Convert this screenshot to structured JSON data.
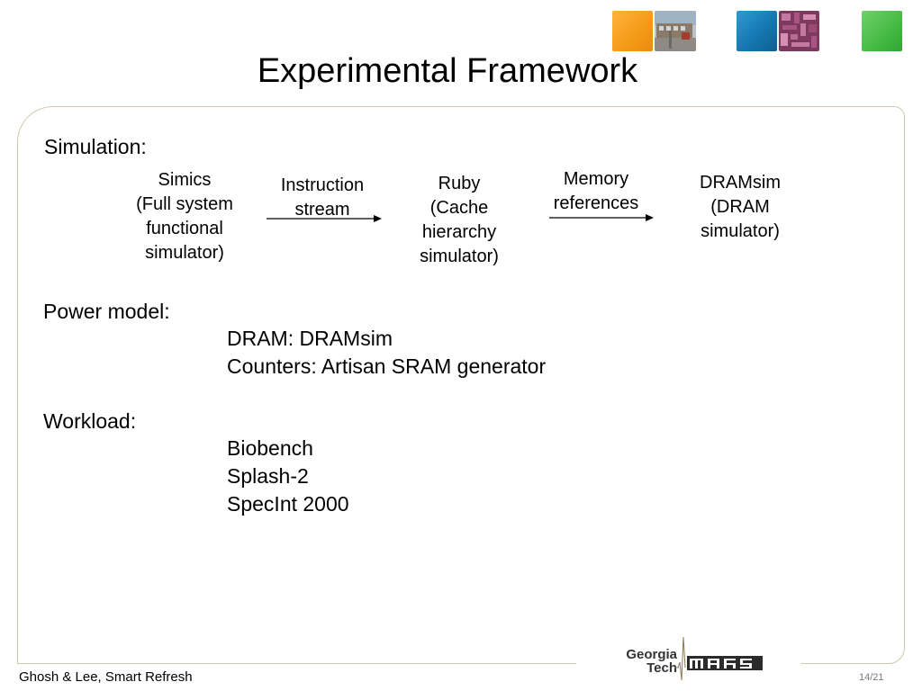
{
  "slide": {
    "title": "Experimental Framework",
    "simulation": {
      "label": "Simulation:",
      "simics": [
        "Simics",
        "(Full system",
        "functional",
        "simulator)"
      ],
      "instruction_stream": [
        "Instruction",
        "stream"
      ],
      "ruby": [
        "Ruby",
        "(Cache",
        "hierarchy",
        "simulator)"
      ],
      "memory_references": [
        "Memory",
        "references"
      ],
      "dramsim": [
        "DRAMsim",
        "(DRAM",
        "simulator)"
      ]
    },
    "power_model": {
      "label": "Power model:",
      "items": [
        "DRAM: DRAMsim",
        "Counters: Artisan SRAM generator"
      ]
    },
    "workload": {
      "label": "Workload:",
      "items": [
        "Biobench",
        "Splash-2",
        "SpecInt 2000"
      ]
    }
  },
  "footer": {
    "left": "Ghosh & Lee, Smart Refresh",
    "page": "14/21"
  },
  "logos": {
    "gt_line1": "Georgia",
    "gt_line2": "Tech",
    "mars": "MARS"
  },
  "colors": {
    "frame_border": "#cfc8a8",
    "tile_orange": "#f49a18",
    "tile_blue": "#1578b0",
    "tile_green": "#46b944"
  }
}
